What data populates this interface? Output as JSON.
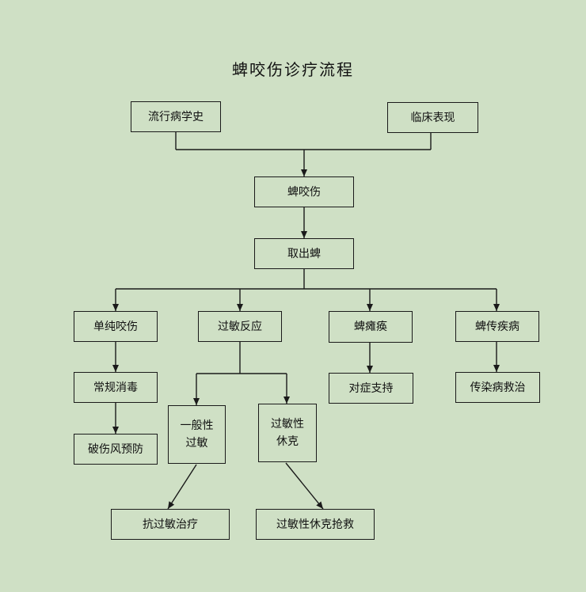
{
  "title": "蜱咬伤诊疗流程",
  "colors": {
    "background": "#cfe0c5",
    "stroke": "#1a1a1a"
  },
  "nodes": {
    "epidemiology": "流行病学史",
    "clinical": "临床表现",
    "tick_bite": "蜱咬伤",
    "remove_tick": "取出蜱",
    "simple_bite": "单纯咬伤",
    "allergy": "过敏反应",
    "paralysis": "蜱瘫痪",
    "tick_disease": "蜱传疾病",
    "disinfection": "常规消毒",
    "symptomatic": "对症支持",
    "infectious_treatment": "传染病救治",
    "tetanus": "破伤风预防",
    "general_allergy": [
      "一般性",
      "过敏"
    ],
    "anaphylaxis": [
      "过敏性",
      "休克"
    ],
    "anti_allergy": "抗过敏治疗",
    "shock_rescue": "过敏性休克抢救"
  }
}
